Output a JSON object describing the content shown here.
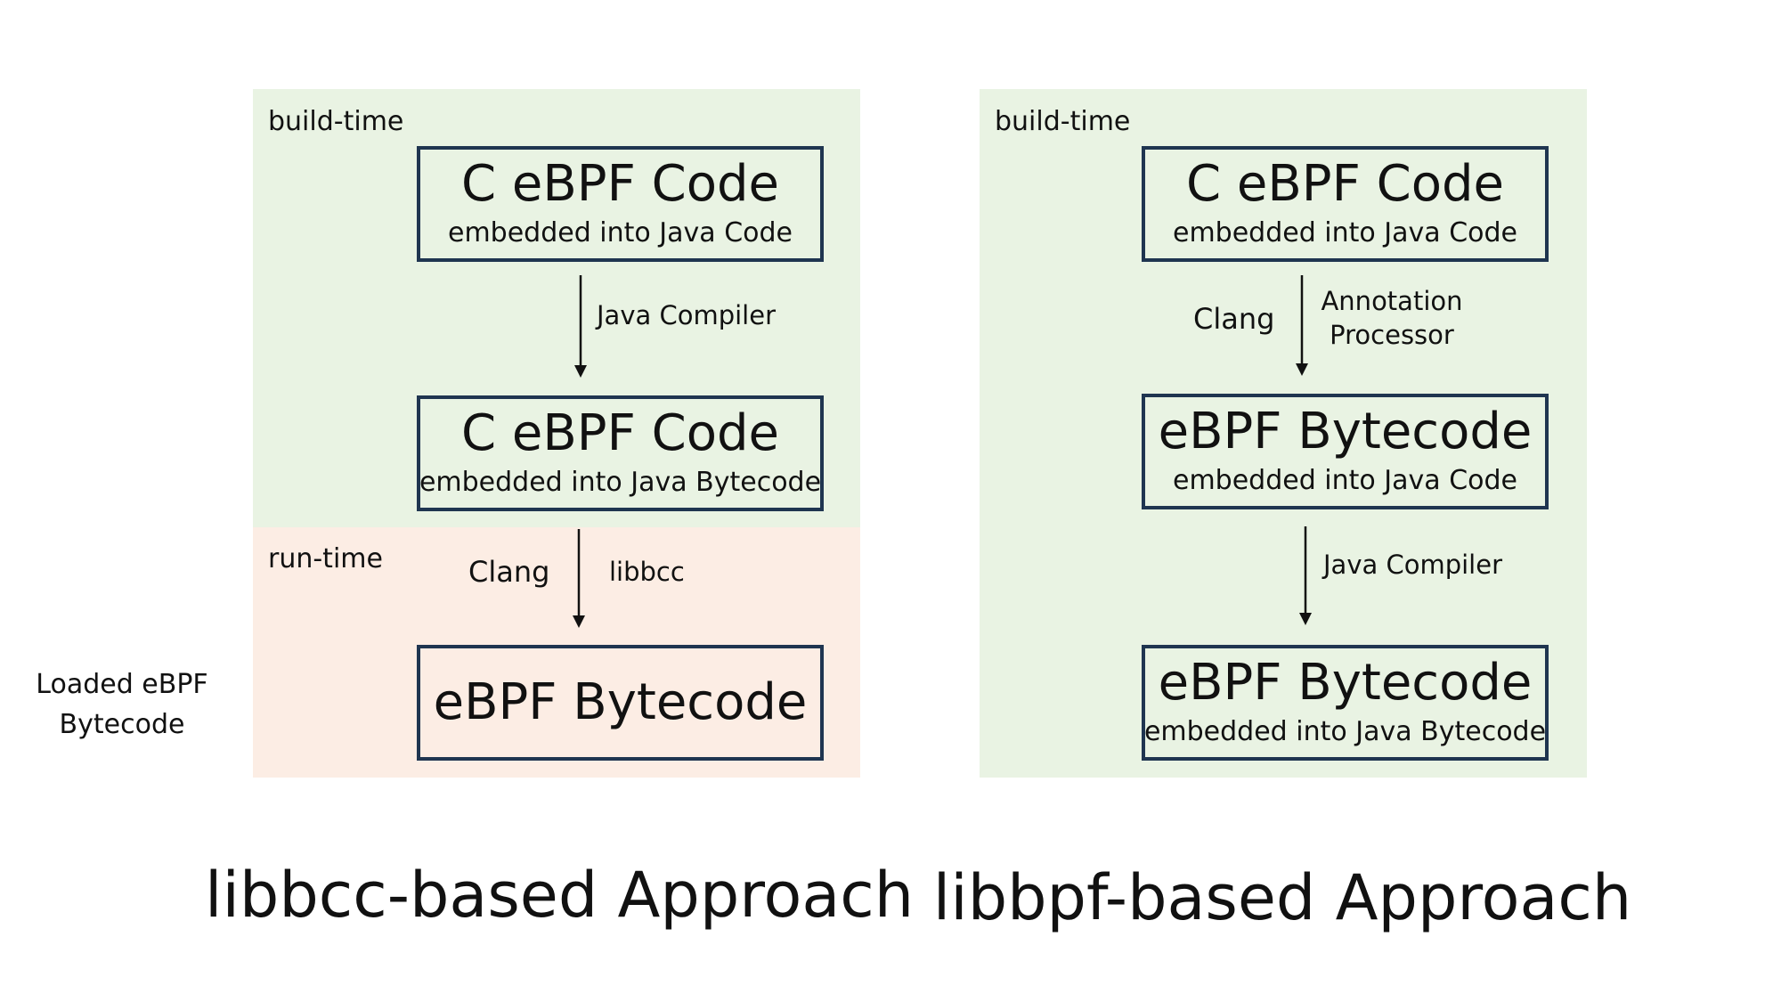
{
  "libbcc": {
    "build_label": "build-time",
    "run_label": "run-time",
    "node1": {
      "title": "C eBPF Code",
      "sub": "embedded into Java Code"
    },
    "edge1": {
      "right": "Java Compiler"
    },
    "node2": {
      "title": "C eBPF Code",
      "sub": "embedded into Java Bytecode"
    },
    "edge2": {
      "left": "Clang",
      "right": "libbcc"
    },
    "node3": {
      "title": "eBPF Bytecode"
    },
    "side_note": {
      "line1": "Loaded eBPF",
      "line2": "Bytecode"
    },
    "caption": "libbcc-based Approach"
  },
  "libbpf": {
    "build_label": "build-time",
    "node1": {
      "title": "C eBPF Code",
      "sub": "embedded into Java Code"
    },
    "edge1": {
      "left": "Clang",
      "right_line1": "Annotation",
      "right_line2": "Processor"
    },
    "node2": {
      "title": "eBPF Bytecode",
      "sub": "embedded into Java Code"
    },
    "edge2": {
      "right": "Java Compiler"
    },
    "node3": {
      "title": "eBPF Bytecode",
      "sub": "embedded into Java Bytecode"
    },
    "caption": "libbpf-based Approach"
  },
  "colors": {
    "build_bg": "#e9f3e3",
    "run_bg": "#fcede4",
    "box_border": "#1f3550"
  }
}
